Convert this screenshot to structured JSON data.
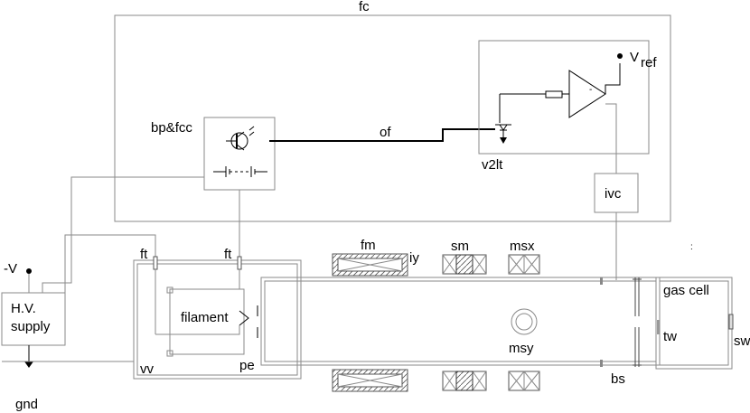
{
  "labels": {
    "fc": "fc",
    "vref_main": "V",
    "vref_sub": "ref",
    "bp_fcc": "bp&fcc",
    "of": "of",
    "v2lt": "v2lt",
    "ivc": "ivc",
    "minus_v": "-V",
    "hv_line1": "H.V.",
    "hv_line2": "supply",
    "gnd": "gnd",
    "ft_left": "ft",
    "ft_right": "ft",
    "fm": "fm",
    "iy": "iy",
    "sm": "sm",
    "msx": "msx",
    "gas_cell": "gas cell",
    "filament": "filament",
    "msy": "msy",
    "tw": "tw",
    "sw": "sw",
    "vv": "vv",
    "pe": "pe",
    "bs": "bs",
    "opamp_sign": "-",
    "dot_mark": ":"
  }
}
